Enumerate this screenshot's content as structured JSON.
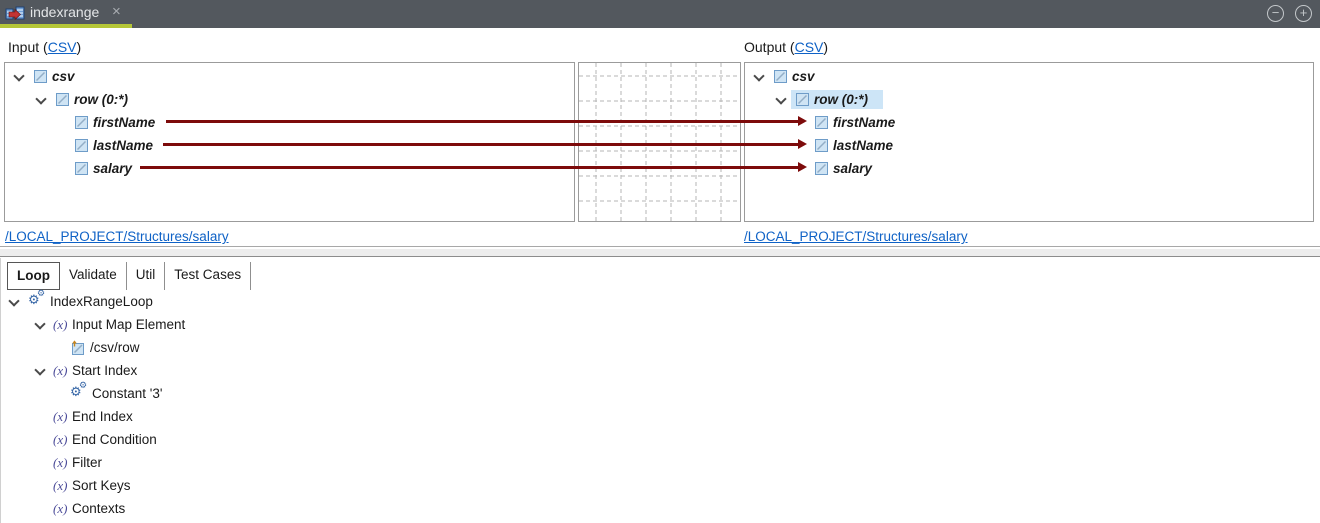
{
  "window": {
    "tab_title": "indexrange"
  },
  "icons": {
    "close": "×",
    "zoom_out": "−",
    "zoom_in": "+",
    "gear": "⚙",
    "expression": "(x)"
  },
  "colors": {
    "tab_bar_bg": "#53585e",
    "tab_underline": "#b5c637",
    "mapping_line": "#7d0b0b",
    "link_blue": "#0f62c6",
    "row_selection": "#cde5f7"
  },
  "header": {
    "input_prefix": "Input (",
    "output_prefix": "Output (",
    "format_link": "CSV",
    "suffix": ")"
  },
  "input_tree": {
    "rows": [
      {
        "label": "csv"
      },
      {
        "label": "row (0:*)"
      },
      {
        "label": "firstName"
      },
      {
        "label": "lastName"
      },
      {
        "label": "salary"
      }
    ],
    "source_link": "/LOCAL_PROJECT/Structures/salary"
  },
  "output_tree": {
    "rows": [
      {
        "label": "csv"
      },
      {
        "label": "row (0:*)"
      },
      {
        "label": "firstName"
      },
      {
        "label": "lastName"
      },
      {
        "label": "salary"
      }
    ],
    "selected_index": 1,
    "source_link": "/LOCAL_PROJECT/Structures/salary"
  },
  "tabs": [
    {
      "label": "Loop",
      "active": true
    },
    {
      "label": "Validate",
      "active": false
    },
    {
      "label": "Util",
      "active": false
    },
    {
      "label": "Test Cases",
      "active": false
    }
  ],
  "loop_tree": {
    "rows": [
      {
        "label": "IndexRangeLoop",
        "icon": "gears"
      },
      {
        "label": "Input Map Element",
        "icon": "expression"
      },
      {
        "label": "/csv/row",
        "icon": "element-up-arrow"
      },
      {
        "label": "Start Index",
        "icon": "expression"
      },
      {
        "label": "Constant '3'",
        "icon": "gears"
      },
      {
        "label": "End Index",
        "icon": "expression"
      },
      {
        "label": "End Condition",
        "icon": "expression"
      },
      {
        "label": "Filter",
        "icon": "expression"
      },
      {
        "label": "Sort Keys",
        "icon": "expression"
      },
      {
        "label": "Contexts",
        "icon": "expression"
      }
    ]
  }
}
